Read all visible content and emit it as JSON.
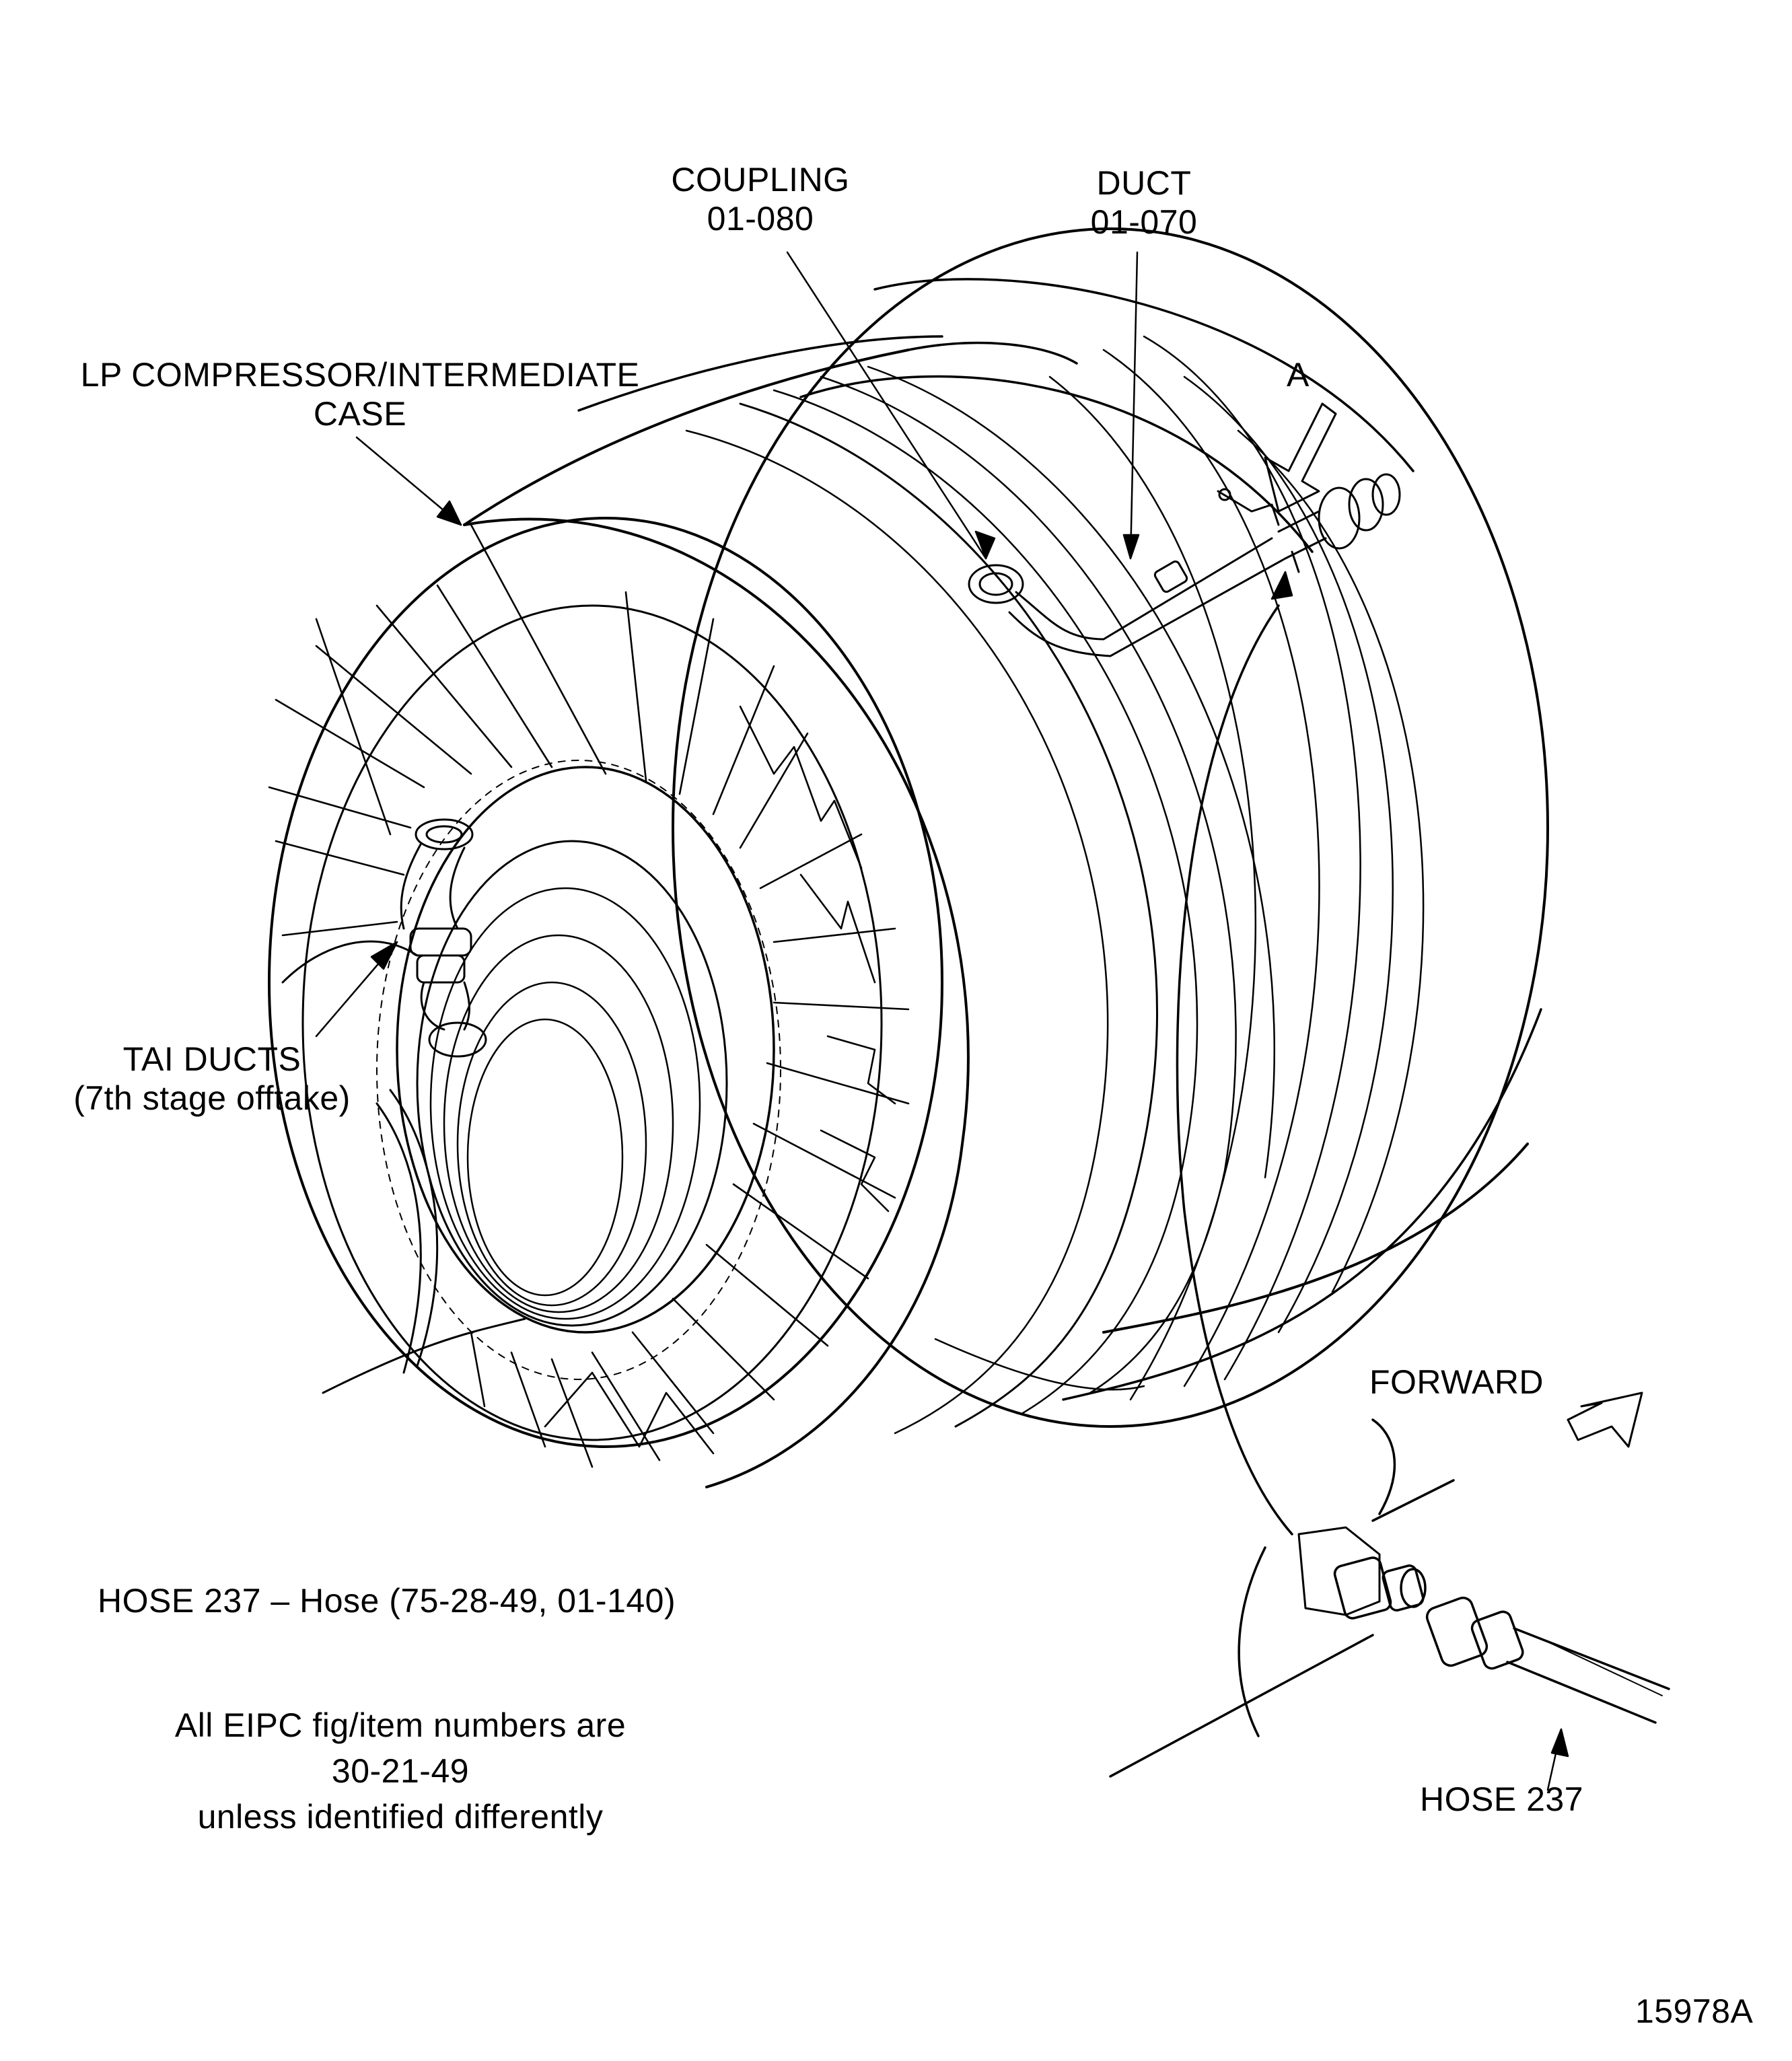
{
  "callouts": {
    "coupling": {
      "name": "COUPLING",
      "ref": "01-080"
    },
    "duct": {
      "name": "DUCT",
      "ref": "01-070"
    },
    "lp_case": {
      "line1": "LP COMPRESSOR/INTERMEDIATE",
      "line2": "CASE"
    },
    "view_a": "A",
    "tai_ducts": {
      "line1": "TAI DUCTS",
      "line2": "(7th stage offtake)"
    },
    "forward": "FORWARD",
    "hose": "HOSE 237"
  },
  "notes": {
    "hose_ref": "HOSE 237 – Hose  (75-28-49, 01-140)",
    "eipc_line1": "All EIPC fig/item numbers are",
    "eipc_line2": "30-21-49",
    "eipc_line3": "unless identified differently"
  },
  "figure_id": "15978A",
  "colors": {
    "ink": "#000000",
    "paper": "#ffffff"
  },
  "icons": [
    "view-arrow-icon",
    "forward-arrow-icon"
  ]
}
